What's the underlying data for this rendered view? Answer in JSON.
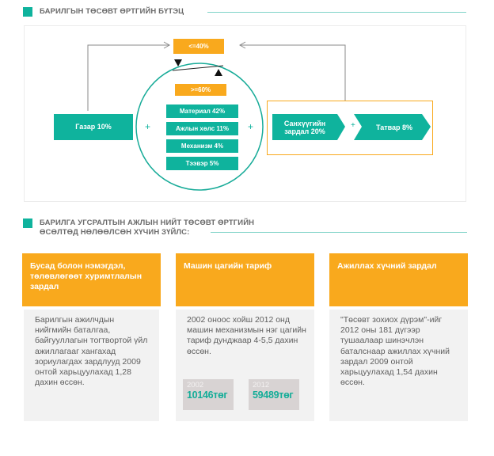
{
  "sections": {
    "structure_title": "БАРИЛГЫН ТӨСӨВТ ӨРТГИЙН БҮТЭЦ",
    "factors_title_line1": "БАРИЛГА УГСРАЛТЫН АЖЛЫН НИЙТ ТӨСӨВТ ӨРТГИЙН",
    "factors_title_line2": "ӨСӨЛТӨД НӨЛӨӨЛСӨН ХҮЧИН ЗҮЙЛС:"
  },
  "diagram": {
    "land": "Газар 10%",
    "upper_share": "<=40%",
    "lower_share": ">=60%",
    "core_items": [
      "Материал 42%",
      "Ажлын хөлс 11%",
      "Механизм 4%",
      "Тээвэр 5%"
    ],
    "finance": "Санхүүгийн зардал 20%",
    "finance_line1": "Санхүүгийн",
    "finance_line2": "зардал 20%",
    "tax": "Татвар 8%",
    "plus": "+",
    "colors": {
      "teal": "#0fb39d",
      "orange": "#f9a91d"
    }
  },
  "cards": [
    {
      "title": "Бусад болон нэмэгдэл, төлөвлөгөөт хуримтлалын зардал",
      "body": "Барилгын ажилчдын нийгмийн баталгаа, байгууллагын тогтвортой үйл ажиллагааг хангахад зориулагдах зардлууд 2009 онтой харьцуулахад 1,28 дахин өссөн."
    },
    {
      "title": "Машин цагийн тариф",
      "body": "2002 оноос хойш 2012 онд машин механизмын нэг цагийн тариф дунджаар 4-5,5 дахин өссөн.",
      "stats": [
        {
          "year": "2002",
          "value": "10146төг"
        },
        {
          "year": "2012",
          "value": "59489төг"
        }
      ]
    },
    {
      "title": "Ажиллах хүчний зардал",
      "body": "\"Төсөвт зохиох дүрэм\"-ийг 2012 оны 181 дүгээр тушаалаар шинэчлэн баталснаар ажиллах хүчний зардал 2009 онтой харьцуулахад 1,54 дахин өссөн."
    }
  ]
}
